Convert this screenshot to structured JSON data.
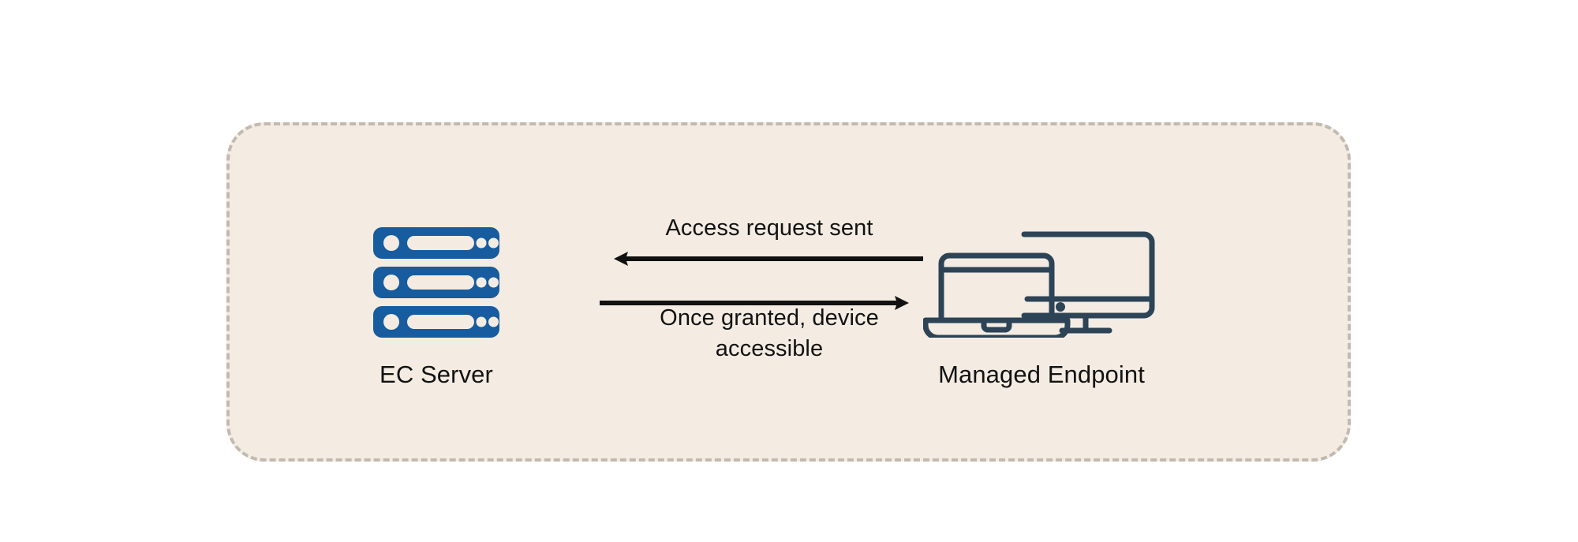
{
  "diagram": {
    "type": "sequence-flow",
    "background_color": "#ffffff",
    "zone": {
      "name": "dashed-boundary",
      "fill_color": "#f4ece2",
      "border_color": "#c2bab1",
      "border_style": "dashed"
    },
    "nodes": [
      {
        "id": "ec-server",
        "label": "EC Server",
        "icon": "server-rack-icon",
        "icon_color": "#165c9e"
      },
      {
        "id": "managed-endpoint",
        "label": "Managed Endpoint",
        "icon": "laptop-and-monitor-icon",
        "icon_color": "#2d4356"
      }
    ],
    "flows": [
      {
        "id": "access-request",
        "caption": "Access request sent",
        "direction": "right-to-left",
        "from": "managed-endpoint",
        "to": "ec-server",
        "color": "#111111"
      },
      {
        "id": "device-accessible",
        "caption": "Once granted, device accessible",
        "caption_line_1": "Once granted, device",
        "caption_line_2": "accessible",
        "direction": "left-to-right",
        "from": "ec-server",
        "to": "managed-endpoint",
        "color": "#111111"
      }
    ]
  }
}
